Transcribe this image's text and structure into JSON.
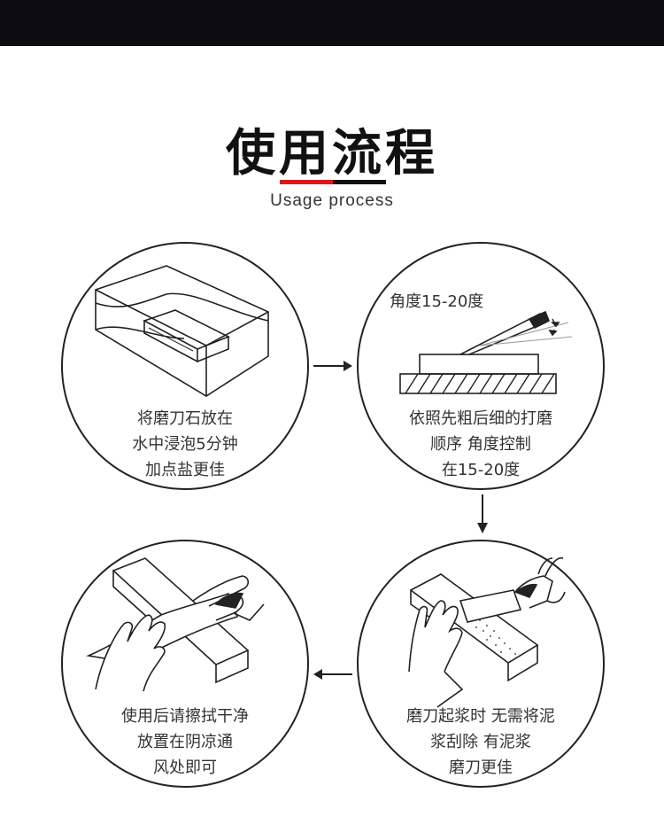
{
  "header": {
    "title": "使用流程",
    "subtitle": "Usage process",
    "accent_color": "#e0141b",
    "bar_color": "#0c0b0d"
  },
  "steps": [
    {
      "illustration": "stone-soaking-in-water-icon",
      "lines": [
        "将磨刀石放在",
        "水中浸泡5分钟",
        "加点盐更佳"
      ]
    },
    {
      "illustration": "knife-angle-on-stone-icon",
      "angle_label": "角度15-20度",
      "lines": [
        "依照先粗后细的打磨",
        "顺序 角度控制",
        "在15-20度"
      ]
    },
    {
      "illustration": "slurry-scraping-icon",
      "lines": [
        "磨刀起浆时 无需将泥",
        "浆刮除 有泥浆",
        "磨刀更佳"
      ]
    },
    {
      "illustration": "wiping-stone-icon",
      "lines": [
        "使用后请擦拭干净",
        "放置在阴凉通",
        "风处即可"
      ]
    }
  ]
}
